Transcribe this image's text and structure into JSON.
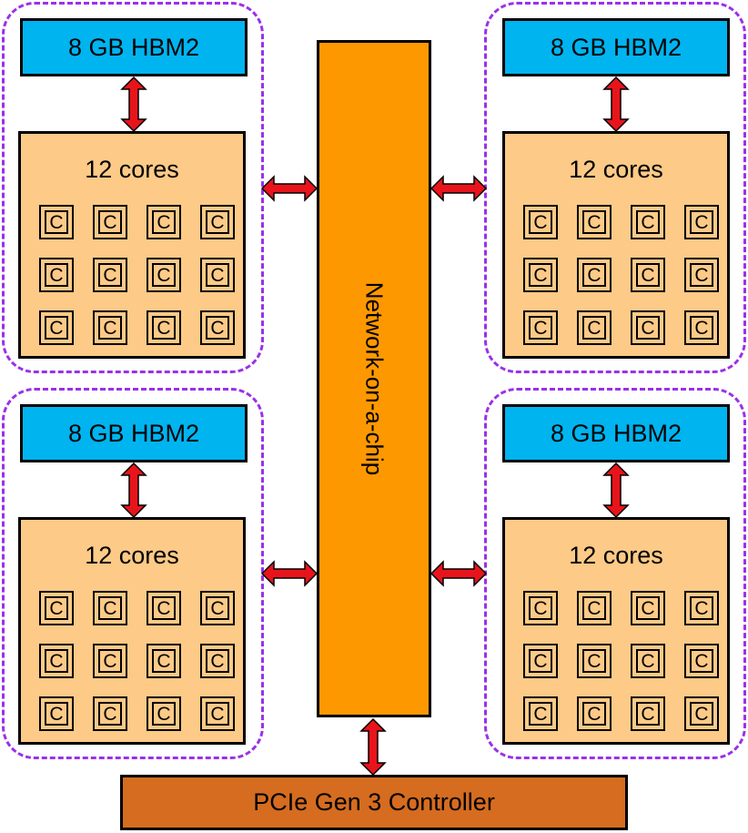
{
  "clusters": [
    {
      "hbm": "8 GB HBM2",
      "cores_label": "12 cores",
      "core_labels": [
        "C",
        "C",
        "C",
        "C",
        "C",
        "C",
        "C",
        "C",
        "C",
        "C",
        "C",
        "C"
      ]
    },
    {
      "hbm": "8 GB HBM2",
      "cores_label": "12 cores",
      "core_labels": [
        "C",
        "C",
        "C",
        "C",
        "C",
        "C",
        "C",
        "C",
        "C",
        "C",
        "C",
        "C"
      ]
    },
    {
      "hbm": "8 GB HBM2",
      "cores_label": "12 cores",
      "core_labels": [
        "C",
        "C",
        "C",
        "C",
        "C",
        "C",
        "C",
        "C",
        "C",
        "C",
        "C",
        "C"
      ]
    },
    {
      "hbm": "8 GB HBM2",
      "cores_label": "12 cores",
      "core_labels": [
        "C",
        "C",
        "C",
        "C",
        "C",
        "C",
        "C",
        "C",
        "C",
        "C",
        "C",
        "C"
      ]
    }
  ],
  "noc_label": "Network-on-a-chip",
  "pcie_label": "PCIe Gen 3 Controller",
  "colors": {
    "hbm": "#00b4f0",
    "cores": "#fdca87",
    "noc": "#fd9800",
    "pcie": "#d56c20",
    "arrow": "#e8141b",
    "cluster_border": "#9b30e8"
  }
}
